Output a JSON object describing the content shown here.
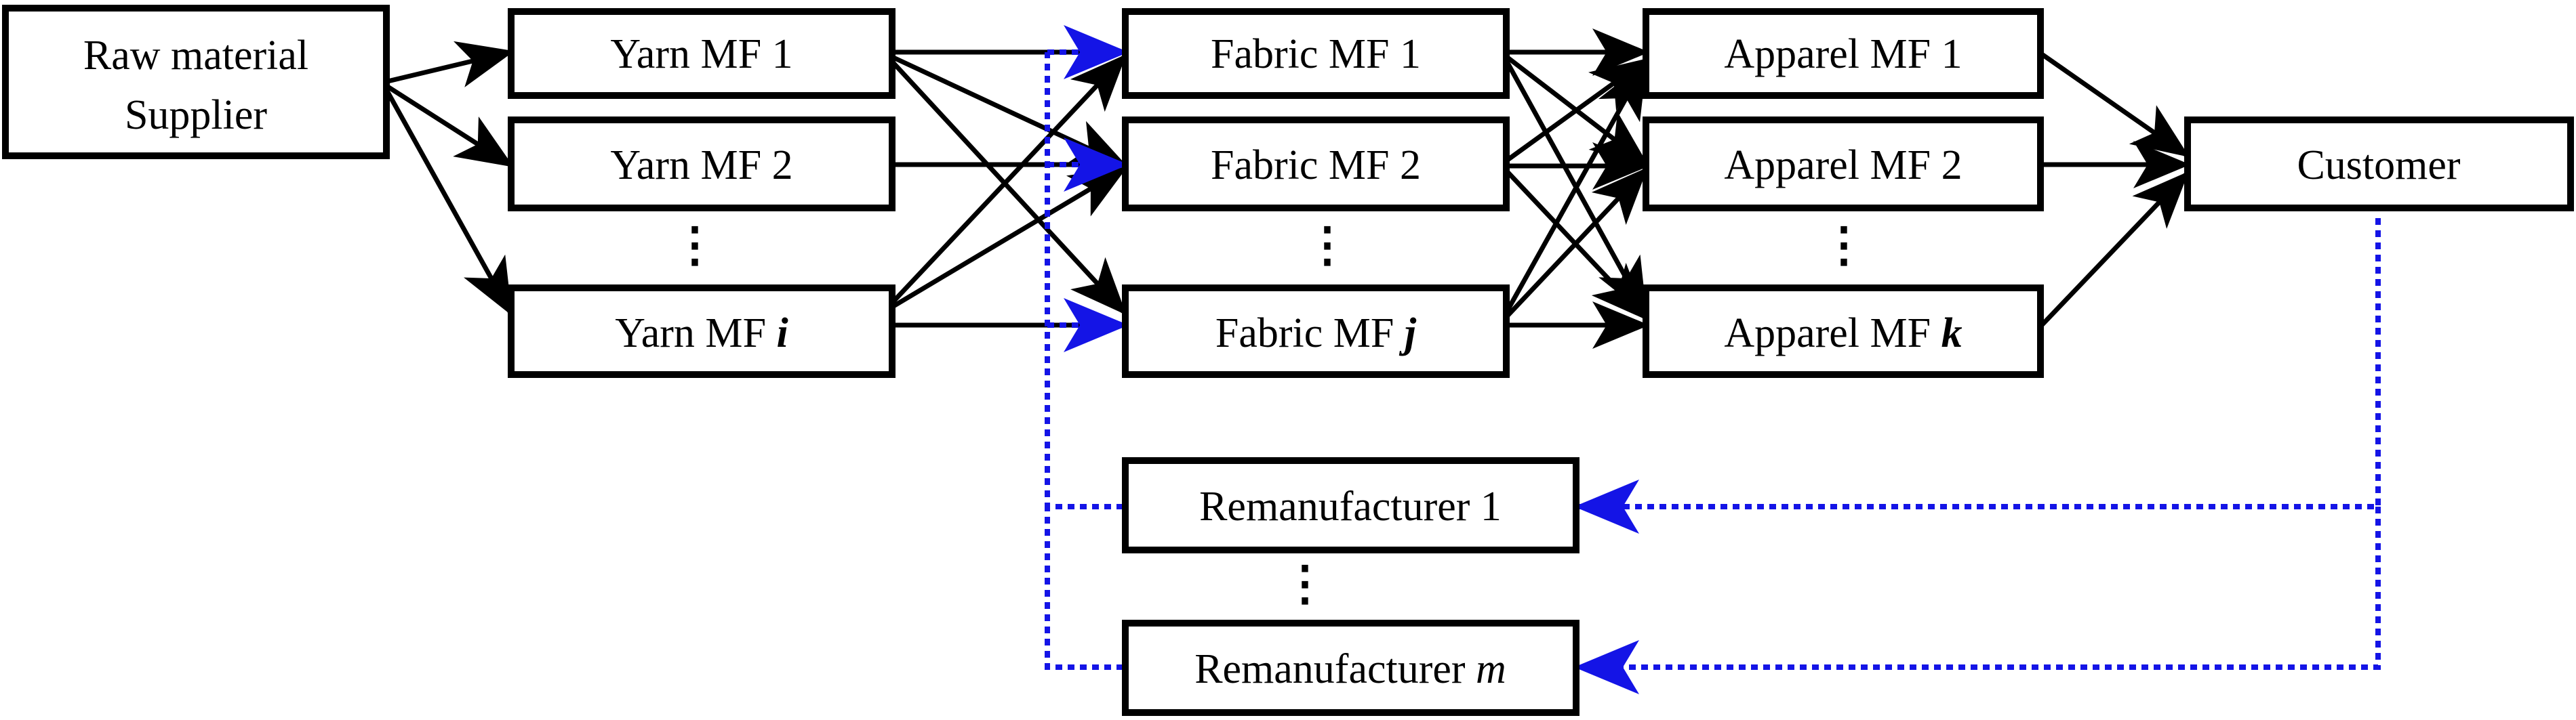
{
  "nodes": {
    "raw_supplier": {
      "line1": "Raw material",
      "line2": "Supplier"
    },
    "yarn_1": {
      "text": "Yarn MF 1",
      "var": ""
    },
    "yarn_2": {
      "text": "Yarn MF 2",
      "var": ""
    },
    "yarn_i": {
      "text": "Yarn MF ",
      "var": "i"
    },
    "fabric_1": {
      "text": "Fabric MF 1",
      "var": ""
    },
    "fabric_2": {
      "text": "Fabric MF 2",
      "var": ""
    },
    "fabric_j": {
      "text": "Fabric MF ",
      "var": "j"
    },
    "apparel_1": {
      "text": "Apparel MF 1",
      "var": ""
    },
    "apparel_2": {
      "text": "Apparel MF 2",
      "var": ""
    },
    "apparel_k": {
      "text": "Apparel MF ",
      "var": "k"
    },
    "customer": {
      "text": "Customer"
    },
    "reman_1": {
      "text": "Remanufacturer 1",
      "var": ""
    },
    "reman_m": {
      "text": "Remanufacturer ",
      "var": "m"
    }
  },
  "ellipsis": "⋮",
  "colors": {
    "forward_flow": "#000000",
    "reverse_flow": "#1414e6"
  }
}
